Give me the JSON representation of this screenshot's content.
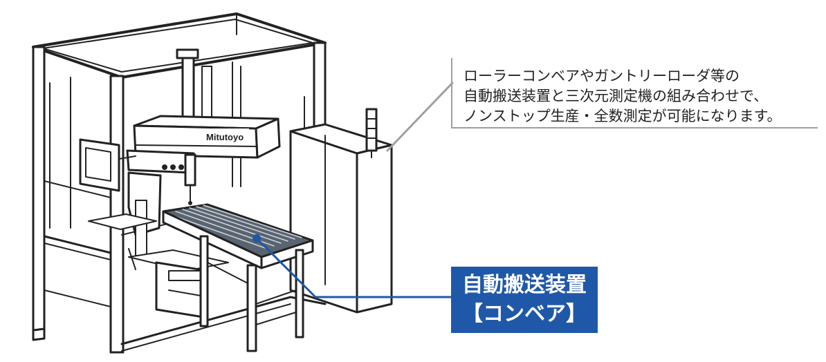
{
  "machine": {
    "brand_label": "Mitutoyo"
  },
  "callout": {
    "lines": [
      "ローラーコンベアやガントリーローダ等の",
      "自動搬送装置と三次元測定機の組み合わせで、",
      "ノンストップ生産・全数測定が可能になります。"
    ],
    "border_color": "#9e9e9e"
  },
  "label": {
    "lines": [
      "自動搬送装置",
      "【コンベア】"
    ],
    "background": "#1f58a8",
    "text_color": "#ffffff"
  },
  "colors": {
    "line_art": "#222222",
    "conveyor_belt": "#5a6470",
    "callout_leader": "#9e9e9e",
    "label_leader": "#1f58a8"
  }
}
